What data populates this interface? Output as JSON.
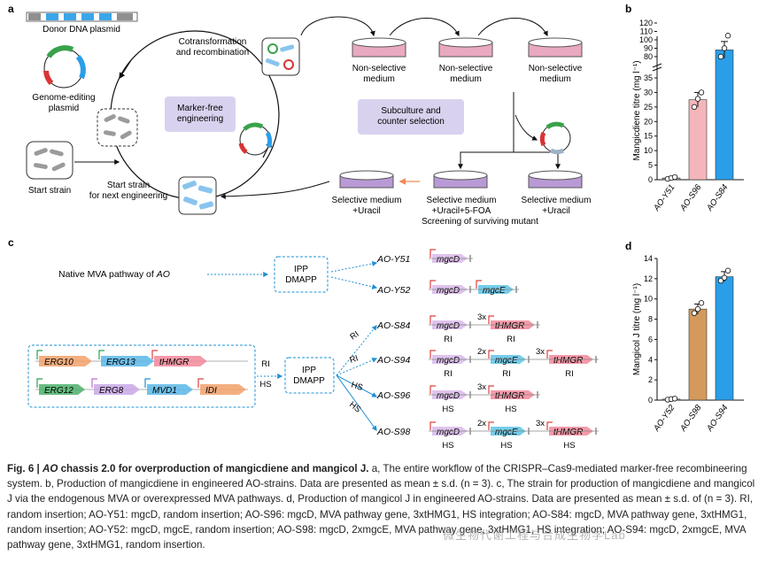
{
  "panels": {
    "a": {
      "label": "a",
      "donor": "Donor DNA plasmid",
      "genome_editing": "Genome-editing\nplasmid",
      "start_strain": "Start strain",
      "cotrans": "Cotransformation\nand recombination",
      "marker_free": "Marker-free\nengineering",
      "start_next": "Start strain\nfor next engineering",
      "subculture": "Subculture and\ncounter selection",
      "nonselective": "Non-selective\nmedium",
      "sel_uracil": "Selective medium\n+Uracil",
      "sel_uracil_foa": "Selective medium\n+Uracil+5-FOA",
      "screening": "Screening of surviving mutant",
      "colors": {
        "dish_pink": "#e9a9c0",
        "dish_purple": "#b99ad6",
        "box_purple": "#d9d2ef",
        "arrow_orange": "#f28a55"
      }
    },
    "b": {
      "label": "b",
      "chart_data": {
        "type": "bar",
        "categories": [
          "AO-Y51",
          "AO-S96",
          "AO-S84"
        ],
        "values": [
          0.6,
          27.5,
          88
        ],
        "points": [
          [
            0.3,
            0.6,
            0.9
          ],
          [
            25.0,
            27.8,
            30.0
          ],
          [
            80,
            90,
            105
          ]
        ],
        "error": [
          0.3,
          2.5,
          10
        ],
        "ylabel": "Mangicdiene titre (mg l⁻¹)",
        "yticks_lower": [
          "0",
          "5",
          "10",
          "15",
          "20",
          "25",
          "30",
          "35"
        ],
        "yticks_upper": [
          "80",
          "90",
          "100",
          "110",
          "120"
        ],
        "colors": [
          "#9b9b9b",
          "#f4b6bb",
          "#2a9ee8"
        ]
      }
    },
    "c": {
      "label": "c",
      "native": "Native MVA pathway of AO",
      "ipp": "IPP\nDMAPP",
      "genes_row1": [
        "ERG10",
        "ERG13",
        "tHMGR"
      ],
      "genes_row2": [
        "ERG12",
        "ERG8",
        "MVD1",
        "IDI"
      ],
      "ri": "RI",
      "hs": "HS",
      "strains": [
        {
          "name": "AO-Y51",
          "genes": [
            "mgcD"
          ],
          "labels": []
        },
        {
          "name": "AO-Y52",
          "genes": [
            "mgcD",
            "mgcE"
          ],
          "labels": []
        },
        {
          "name": "AO-S84",
          "genes": [
            "mgcD",
            "3x",
            "tHMGR"
          ],
          "labels": [
            "RI",
            "RI"
          ]
        },
        {
          "name": "AO-S94",
          "genes": [
            "mgcD",
            "2x",
            "mgcE",
            "3x",
            "tHMGR"
          ],
          "labels": [
            "RI",
            "RI",
            "RI"
          ]
        },
        {
          "name": "AO-S96",
          "genes": [
            "mgcD",
            "3x",
            "tHMGR"
          ],
          "labels": [
            "HS",
            "HS"
          ]
        },
        {
          "name": "AO-S98",
          "genes": [
            "mgcD",
            "2x",
            "mgcE",
            "3x",
            "tHMGR"
          ],
          "labels": [
            "HS",
            "HS",
            "HS"
          ]
        }
      ]
    },
    "d": {
      "label": "d",
      "chart_data": {
        "type": "bar",
        "categories": [
          "AO-Y52",
          "AO-S98",
          "AO-S94"
        ],
        "values": [
          0.1,
          9.0,
          12.2
        ],
        "points": [
          [
            0.05,
            0.1,
            0.15
          ],
          [
            8.6,
            9.0,
            9.6
          ],
          [
            11.8,
            12.1,
            12.8
          ]
        ],
        "error": [
          0.05,
          0.5,
          0.5
        ],
        "ylabel": "Mangicol J titre (mg l⁻¹)",
        "ylim": [
          0,
          14
        ],
        "yticks": [
          "0",
          "2",
          "4",
          "6",
          "8",
          "10",
          "12",
          "14"
        ],
        "colors": [
          "#9b9b9b",
          "#d39a5c",
          "#2a9ee8"
        ]
      }
    }
  },
  "caption": {
    "fig": "Fig. 6 |",
    "title_html": " <i>AO</i> chassis 2.0 for overproduction of mangicdiene and mangicol J.",
    "full": "a, The entire workflow of the CRISPR–Cas9-mediated marker-free recombineering system. b, Production of mangicdiene in engineered AO-strains. Data are presented as mean ± s.d. (n = 3). c, The strain for production of mangicdiene and mangicol J via the endogenous MVA or overexpressed MVA pathways. d, Production of mangicol J in engineered AO-strains. Data are presented as mean ± s.d. of (n = 3). RI, random insertion; AO-Y51: mgcD, random insertion; AO-S96: mgcD, MVA pathway gene, 3xtHMG1, HS integration; AO-S84: mgcD, MVA pathway gene, 3xtHMG1, random insertion; AO-Y52: mgcD, mgcE, random insertion; AO-S98: mgcD, 2xmgcE, MVA pathway gene, 3xtHMG1, HS integration; AO-S94: mgcD, 2xmgcE, MVA pathway gene, 3xtHMG1, random insertion."
  },
  "watermark": "微生物代谢工程与合成生物学Lab"
}
